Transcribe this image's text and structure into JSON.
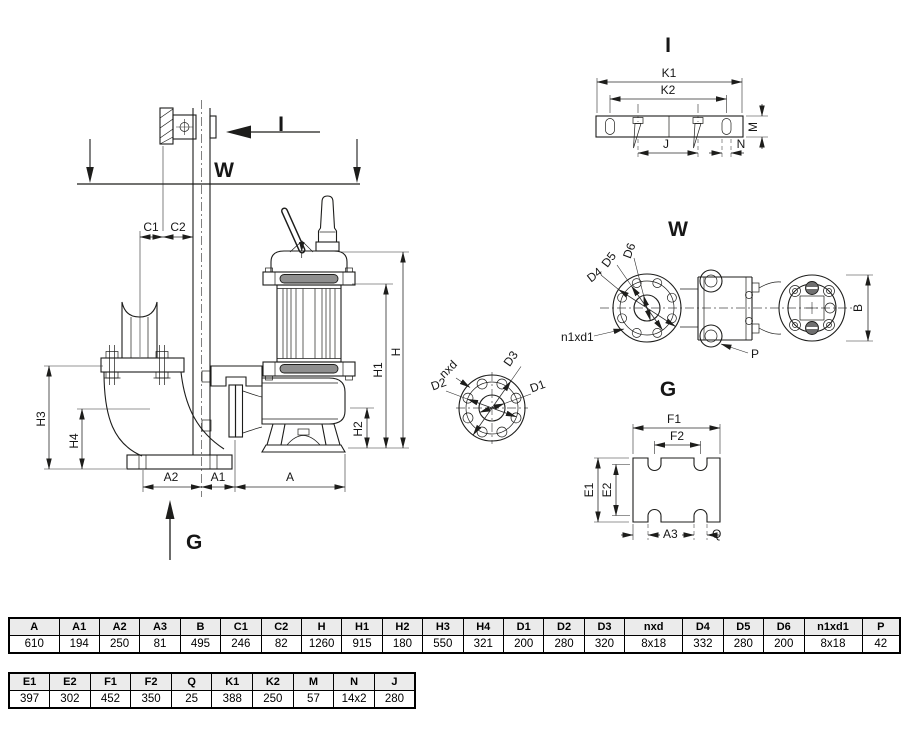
{
  "drawing": {
    "labels": {
      "I": "I",
      "W": "W",
      "G": "G",
      "C1": "C1",
      "C2": "C2",
      "H": "H",
      "H1": "H1",
      "H2": "H2",
      "H3": "H3",
      "H4": "H4",
      "A": "A",
      "A1": "A1",
      "A2": "A2",
      "A3": "A3",
      "K1": "K1",
      "K2": "K2",
      "J": "J",
      "M": "M",
      "N": "N",
      "D1": "D1",
      "D2": "D2",
      "D3": "D3",
      "D4": "D4",
      "D5": "D5",
      "D6": "D6",
      "nxd": "nxd",
      "n1xd1": "n1xd1",
      "P": "P",
      "B": "B",
      "F1": "F1",
      "F2": "F2",
      "E1": "E1",
      "E2": "E2",
      "Q": "Q"
    }
  },
  "tables": {
    "dimensions_main": {
      "headers": [
        "A",
        "A1",
        "A2",
        "A3",
        "B",
        "C1",
        "C2",
        "H",
        "H1",
        "H2",
        "H3",
        "H4",
        "D1",
        "D2",
        "D3",
        "nxd",
        "D4",
        "D5",
        "D6",
        "n1xd1",
        "P"
      ],
      "values": [
        "610",
        "194",
        "250",
        "81",
        "495",
        "246",
        "82",
        "1260",
        "915",
        "180",
        "550",
        "321",
        "200",
        "280",
        "320",
        "8x18",
        "332",
        "280",
        "200",
        "8x18",
        "42"
      ]
    },
    "dimensions_secondary": {
      "headers": [
        "E1",
        "E2",
        "F1",
        "F2",
        "Q",
        "K1",
        "K2",
        "M",
        "N",
        "J"
      ],
      "values": [
        "397",
        "302",
        "452",
        "350",
        "25",
        "388",
        "250",
        "57",
        "14x2",
        "280"
      ]
    }
  },
  "colors": {
    "line": "#1d1d1b",
    "dimension": "#2a2a2a",
    "table_header_bg": "#ebebeb",
    "clamp_band_gray": "#8f8f8f",
    "background": "#ffffff"
  }
}
